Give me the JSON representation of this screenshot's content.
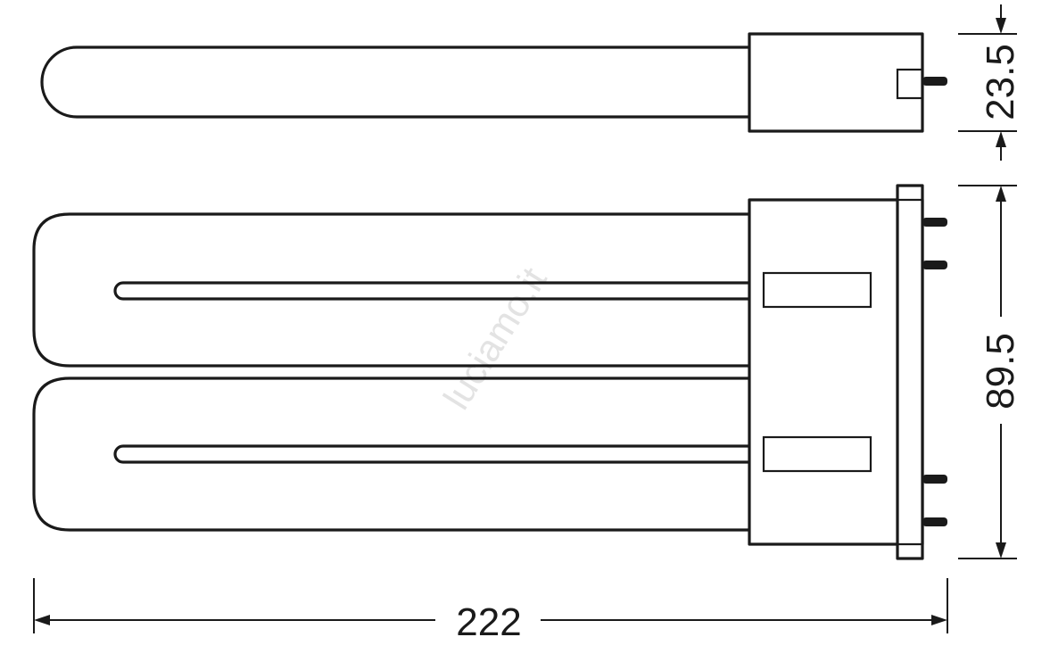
{
  "diagram": {
    "dimensions": {
      "overall_length": "222",
      "total_height": "89.5",
      "tube_diameter": "23.5"
    },
    "watermark": "luciamo.it",
    "colors": {
      "line": "#1a1a1a",
      "background": "#ffffff",
      "watermark": "#e3e3e3"
    }
  }
}
